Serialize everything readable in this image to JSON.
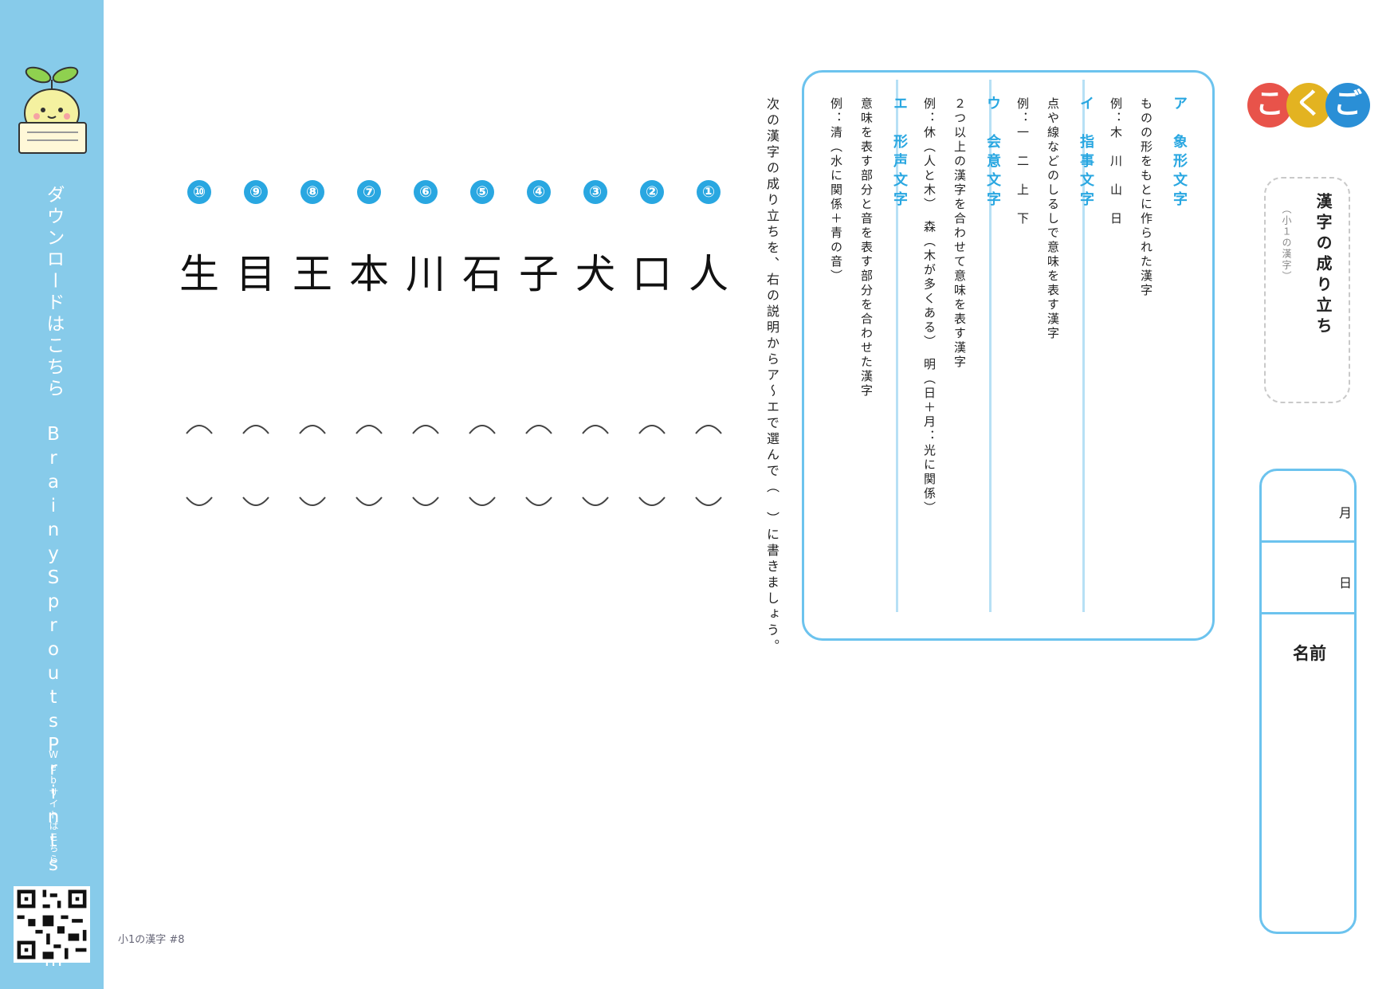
{
  "sidebar": {
    "download_text": "ダウンロードはこちら BrainySproutsPrints.com",
    "web_text": "Webサイトはこちら"
  },
  "footer": {
    "label": "小1の漢字 #8"
  },
  "instruction": "次の漢字の成り立ちを、右の説明からア〜エで選んで（　）に書きましょう。",
  "questions": [
    {
      "num": "①",
      "kanji": "人"
    },
    {
      "num": "②",
      "kanji": "口"
    },
    {
      "num": "③",
      "kanji": "犬"
    },
    {
      "num": "④",
      "kanji": "子"
    },
    {
      "num": "⑤",
      "kanji": "石"
    },
    {
      "num": "⑥",
      "kanji": "川"
    },
    {
      "num": "⑦",
      "kanji": "本"
    },
    {
      "num": "⑧",
      "kanji": "王"
    },
    {
      "num": "⑨",
      "kanji": "目"
    },
    {
      "num": "⑩",
      "kanji": "生"
    }
  ],
  "reference": [
    {
      "title": "ア　象形文字",
      "lines": [
        "ものの形をもとに作られた漢字",
        "例：木　川　山　日"
      ]
    },
    {
      "title": "イ　指事文字",
      "lines": [
        "点や線などのしるしで意味を表す漢字",
        "例：一　二　上　下"
      ]
    },
    {
      "title": "ウ　会意文字",
      "lines": [
        "２つ以上の漢字を合わせて意味を表す漢字",
        "例：休（人と木）　森（木が多くある）　明（日＋月：光に関係）"
      ]
    },
    {
      "title": "エ　形声文字",
      "lines": [
        "意味を表す部分と音を表す部分を合わせた漢字",
        "例：清（水に関係＋青の音）"
      ]
    }
  ],
  "logo": [
    "こ",
    "く",
    "ご"
  ],
  "logo_colors": [
    "#e8534a",
    "#e3b321",
    "#2a8fd6"
  ],
  "title": {
    "main": "漢字の成り立ち",
    "sub": "（小１の漢字）"
  },
  "name_box": {
    "month": "月",
    "day": "日",
    "name": "名前"
  }
}
